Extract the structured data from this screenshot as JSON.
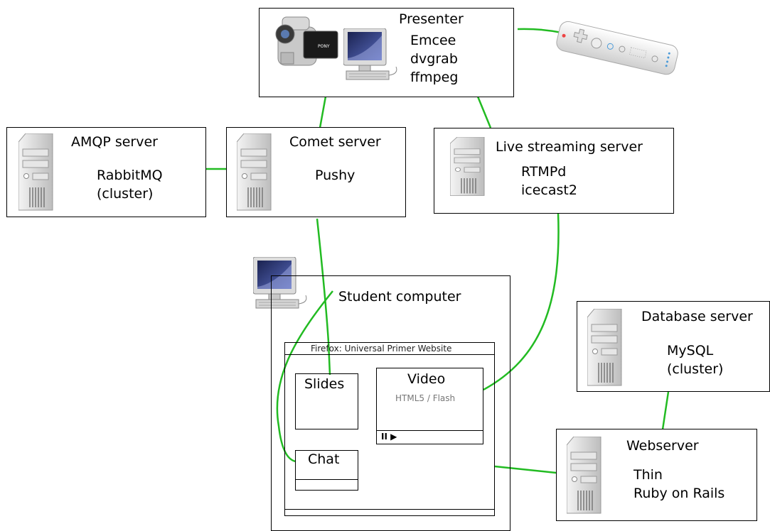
{
  "colors": {
    "link": "#22bb22",
    "border": "#000000",
    "tower": "#bdbdbd"
  },
  "presenter": {
    "title": "Presenter",
    "software": [
      "Emcee",
      "dvgrab",
      "ffmpeg"
    ],
    "camera_label": "PONY"
  },
  "amqp": {
    "title": "AMQP server",
    "software": [
      "RabbitMQ",
      "(cluster)"
    ]
  },
  "comet": {
    "title": "Comet server",
    "software": [
      "Pushy"
    ]
  },
  "streaming": {
    "title": "Live streaming server",
    "software": [
      "RTMPd",
      "icecast2"
    ]
  },
  "student": {
    "title": "Student computer",
    "browser_title": "Firefox: Universal Primer Website",
    "slides_label": "Slides",
    "video_label": "Video",
    "video_sub": "HTML5 / Flash",
    "controls_label": "II ▶",
    "chat_label": "Chat"
  },
  "database": {
    "title": "Database server",
    "software": [
      "MySQL",
      "(cluster)"
    ]
  },
  "webserver": {
    "title": "Webserver",
    "software": [
      "Thin",
      "Ruby on Rails"
    ]
  },
  "icons": [
    "server-tower-icon",
    "monitor-icon",
    "camcorder-icon",
    "wii-remote-icon"
  ]
}
